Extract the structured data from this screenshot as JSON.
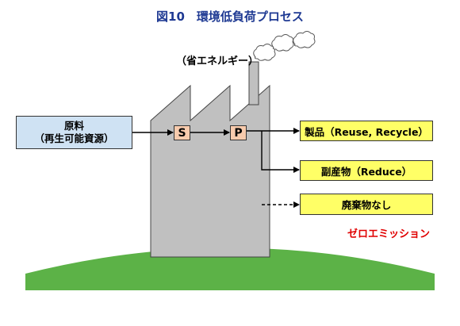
{
  "title": "図10　環境低負荷プロセス",
  "energy_note": "（省エネルギー）",
  "raw_material": {
    "line1": "原料",
    "line2": "（再生可能資源）"
  },
  "processes": {
    "s": "S",
    "p": "P"
  },
  "outputs": {
    "product": "製品（Reuse, Recycle）",
    "byproduct": "副産物（Reduce）",
    "waste": "廃棄物なし"
  },
  "zero_emission": "ゼロエミッション",
  "colors": {
    "title": "#1f3a93",
    "raw_box": "#cfe2f3",
    "process_box": "#f8cbad",
    "output_box": "#ffff66",
    "factory": "#c0c0c0",
    "ground": "#5cb247",
    "zero_emission": "#e00000"
  }
}
